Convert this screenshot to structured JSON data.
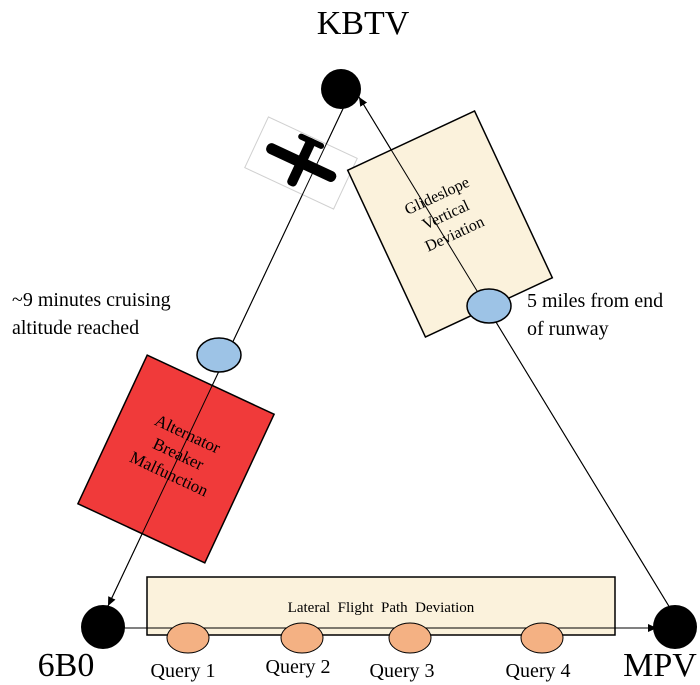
{
  "airports": {
    "top": "KBTV",
    "left": "6B0",
    "right": "MPV"
  },
  "annotations": {
    "cruise_line1": "~9 minutes cruising",
    "cruise_line2": "altitude reached",
    "runway_line1": "5 miles from end",
    "runway_line2": "of runway"
  },
  "events": {
    "alternator": [
      "Alternator",
      "Breaker",
      "Malfunction"
    ],
    "glideslope": [
      "Glideslope",
      "Vertical",
      "Deviation"
    ],
    "lateral": "Lateral  Flight  Path  Deviation"
  },
  "queries": [
    "Query 1",
    "Query 2",
    "Query 3",
    "Query 4"
  ],
  "colors": {
    "alternator_fill": "#f03a3a",
    "deviation_fill": "#fbf2dc",
    "checkpoint_fill": "#9dc3e6",
    "query_fill": "#f4b183",
    "airport_fill": "#000000"
  },
  "icons": {
    "aircraft": "airplane-icon"
  }
}
